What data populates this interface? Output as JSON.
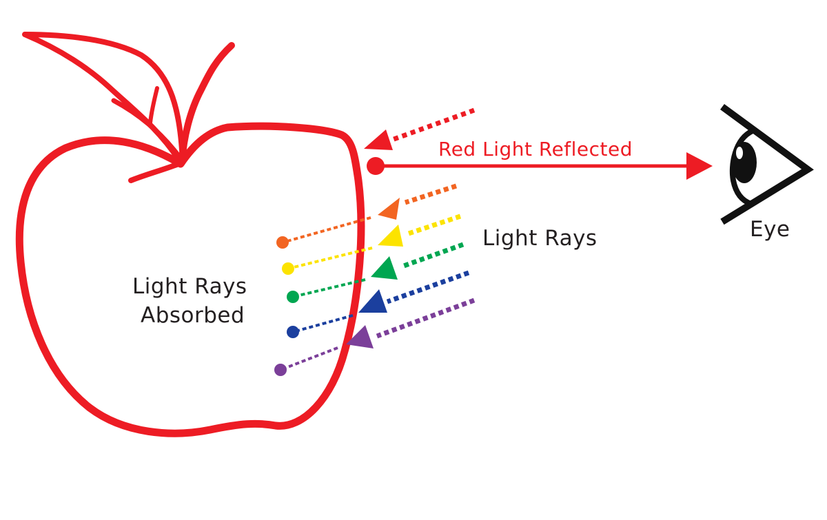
{
  "labels": {
    "reflected": "Red Light Reflected",
    "light_rays": "Light Rays",
    "absorbed_line1": "Light Rays",
    "absorbed_line2": "Absorbed",
    "eye": "Eye"
  },
  "colors": {
    "apple": "#ed1c24",
    "text": "#231f20",
    "eye": "#111111",
    "ray_red": "#ed1c24",
    "ray_orange": "#f26522",
    "ray_yellow": "#fce300",
    "ray_green": "#00a651",
    "ray_blue": "#1b3f9e",
    "ray_purple": "#7b3f99"
  },
  "icons": {
    "apple": "apple-outline-icon",
    "eye": "eye-icon"
  },
  "rays": [
    {
      "name": "orange",
      "color_key": "ray_orange"
    },
    {
      "name": "yellow",
      "color_key": "ray_yellow"
    },
    {
      "name": "green",
      "color_key": "ray_green"
    },
    {
      "name": "blue",
      "color_key": "ray_blue"
    },
    {
      "name": "purple",
      "color_key": "ray_purple"
    }
  ]
}
